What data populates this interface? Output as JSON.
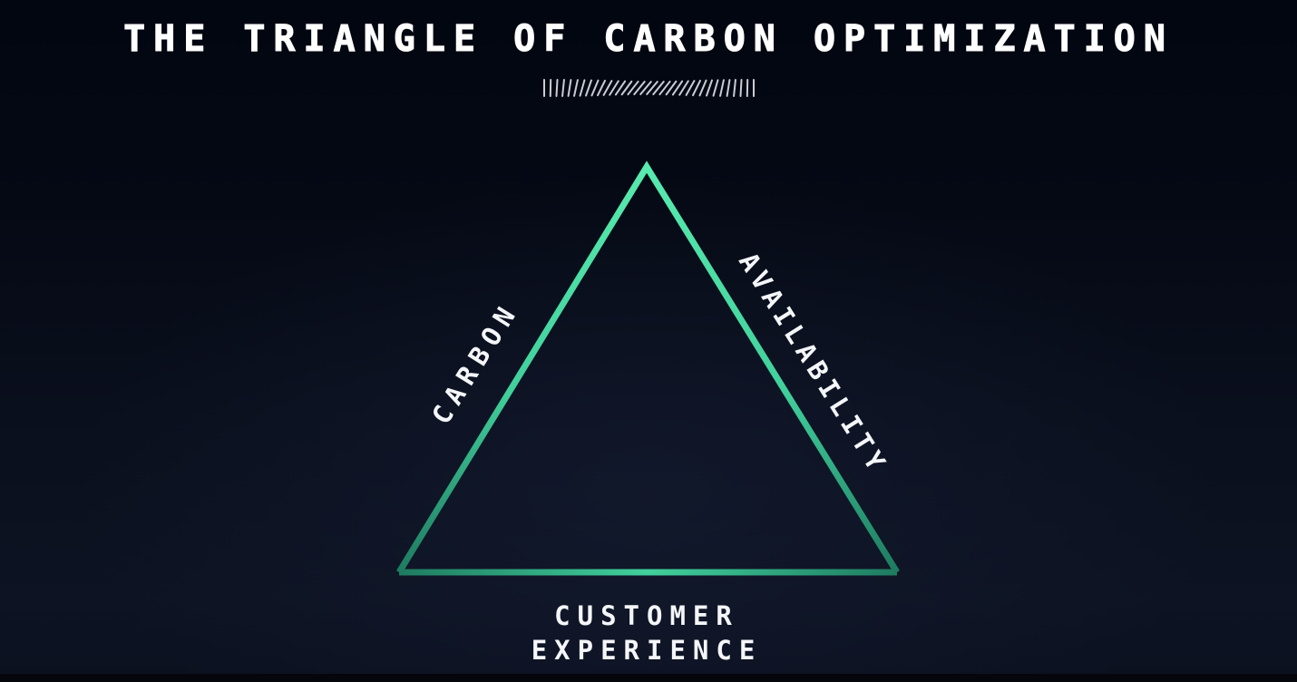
{
  "title": "THE TRIANGLE OF CARBON OPTIMIZATION",
  "triangle": {
    "left_label": "CARBON",
    "right_label": "AVAILABILITY",
    "bottom_label": "CUSTOMER EXPERIENCE"
  },
  "colors": {
    "background_top": "#020610",
    "background_mid": "#0a0f1d",
    "accent_bright": "#58EAAE",
    "accent_mid": "#41D09C",
    "accent_dark": "#1E7B60",
    "text": "#FFFFFF"
  }
}
